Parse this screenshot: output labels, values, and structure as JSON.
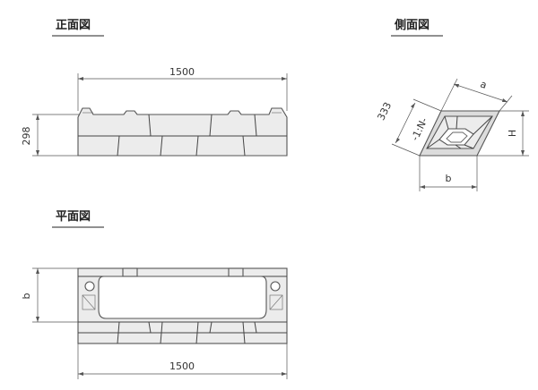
{
  "views": {
    "front": {
      "title": "正面図",
      "width_label": "1500",
      "height_label": "298"
    },
    "side": {
      "title": "側面図",
      "a_label": "a",
      "h_label": "H",
      "b_label": "b",
      "len_label": "333",
      "slope_label": "-1:N-"
    },
    "plan": {
      "title": "平面図",
      "b_label": "b",
      "width_label": "1500"
    }
  },
  "colors": {
    "block_fill": "#ececec",
    "line": "#555555"
  }
}
